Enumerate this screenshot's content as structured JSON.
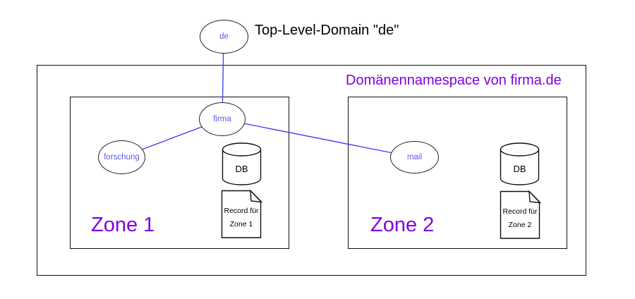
{
  "root_node": {
    "label": "de",
    "caption": "Top-Level-Domain \"de\""
  },
  "namespace": {
    "title": "Domänennamespace von firma.de"
  },
  "zone1": {
    "label": "Zone 1",
    "node_firma": "firma",
    "node_forschung": "forschung",
    "db": "DB",
    "record": {
      "line1": "Record für",
      "line2": "Zone 1"
    }
  },
  "zone2": {
    "label": "Zone 2",
    "node_mail": "mail",
    "db": "DB",
    "record": {
      "line1": "Record für",
      "line2": "Zone 2"
    }
  },
  "colors": {
    "purple_accent": "#8000e0",
    "node_label_blue": "#5b5bf5",
    "connector_blue": "#4444ee"
  }
}
